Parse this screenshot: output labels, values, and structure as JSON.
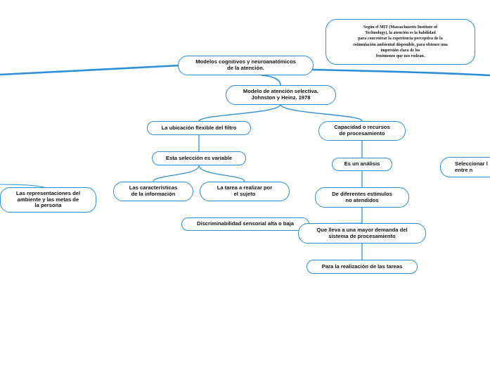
{
  "nodes": {
    "central": "Modelos cognitivos y neuroanatómicos\nde la atención.",
    "modelo": "Modelo de atención selectiva.\nJohnston y Heinz. 1978",
    "ubicacion": "La ubicación flexible del filtro",
    "seleccion": "Esta selección es variable",
    "caracteristicas": "Las características\nde la información",
    "tarea": "La tarea a realizar por\nel sujeto",
    "capacidad": "Capacidad o recursos\nde procesamiento",
    "analisis": "Es un análisis",
    "estimulos": "De diferentes estímulos\nno atendidos",
    "discriminabilidad": "Discriminabilidad sensorial alta o baja",
    "demanda": "Que lleva a una mayor demanda del\nsistema de procesamiento",
    "realizacion": "Para la realización de las tareas",
    "representaciones": "Las representaciones del\nambiente y las metas de\nla persona",
    "seleccionar_partial": "Seleccionar l\nentre n"
  },
  "note": "Según el MIT (Massachusetts Institute of\nTechnology), la atención es la habilidad\npara concentrar la experiencia perceptiva de la\nestimulación ambiental disponible, para obtener una\nimpresión clara de los\nfenómenos que nos rodean.",
  "colors": {
    "link": "#2e8fd6",
    "border": "#2e8fd6"
  }
}
